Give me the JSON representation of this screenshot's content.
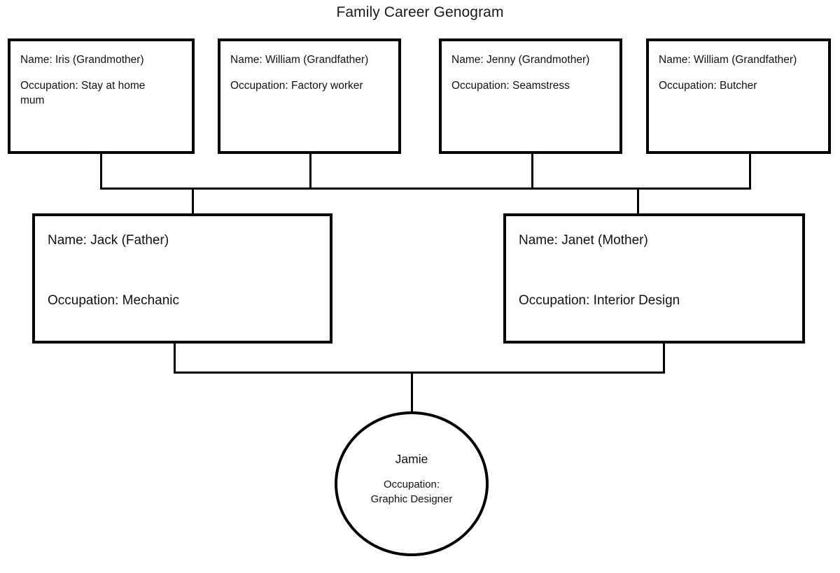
{
  "diagram": {
    "title": "Family Career Genogram",
    "grandparents": [
      {
        "name": "Name: Iris (Grandmother)",
        "occupation": "Occupation: Stay at home mum"
      },
      {
        "name": "Name: William (Grandfather)",
        "occupation": "Occupation: Factory worker"
      },
      {
        "name": "Name: Jenny (Grandmother)",
        "occupation": "Occupation: Seamstress"
      },
      {
        "name": "Name: William (Grandfather)",
        "occupation": "Occupation: Butcher"
      }
    ],
    "parents": [
      {
        "name": "Name: Jack (Father)",
        "occupation": "Occupation: Mechanic"
      },
      {
        "name": "Name: Janet (Mother)",
        "occupation": "Occupation: Interior Design"
      }
    ],
    "child": {
      "name": "Jamie",
      "occupation_label": "Occupation:",
      "occupation_value": "Graphic Designer"
    },
    "colors": {
      "stroke": "#000000",
      "background": "#ffffff",
      "text": "#111111"
    }
  }
}
